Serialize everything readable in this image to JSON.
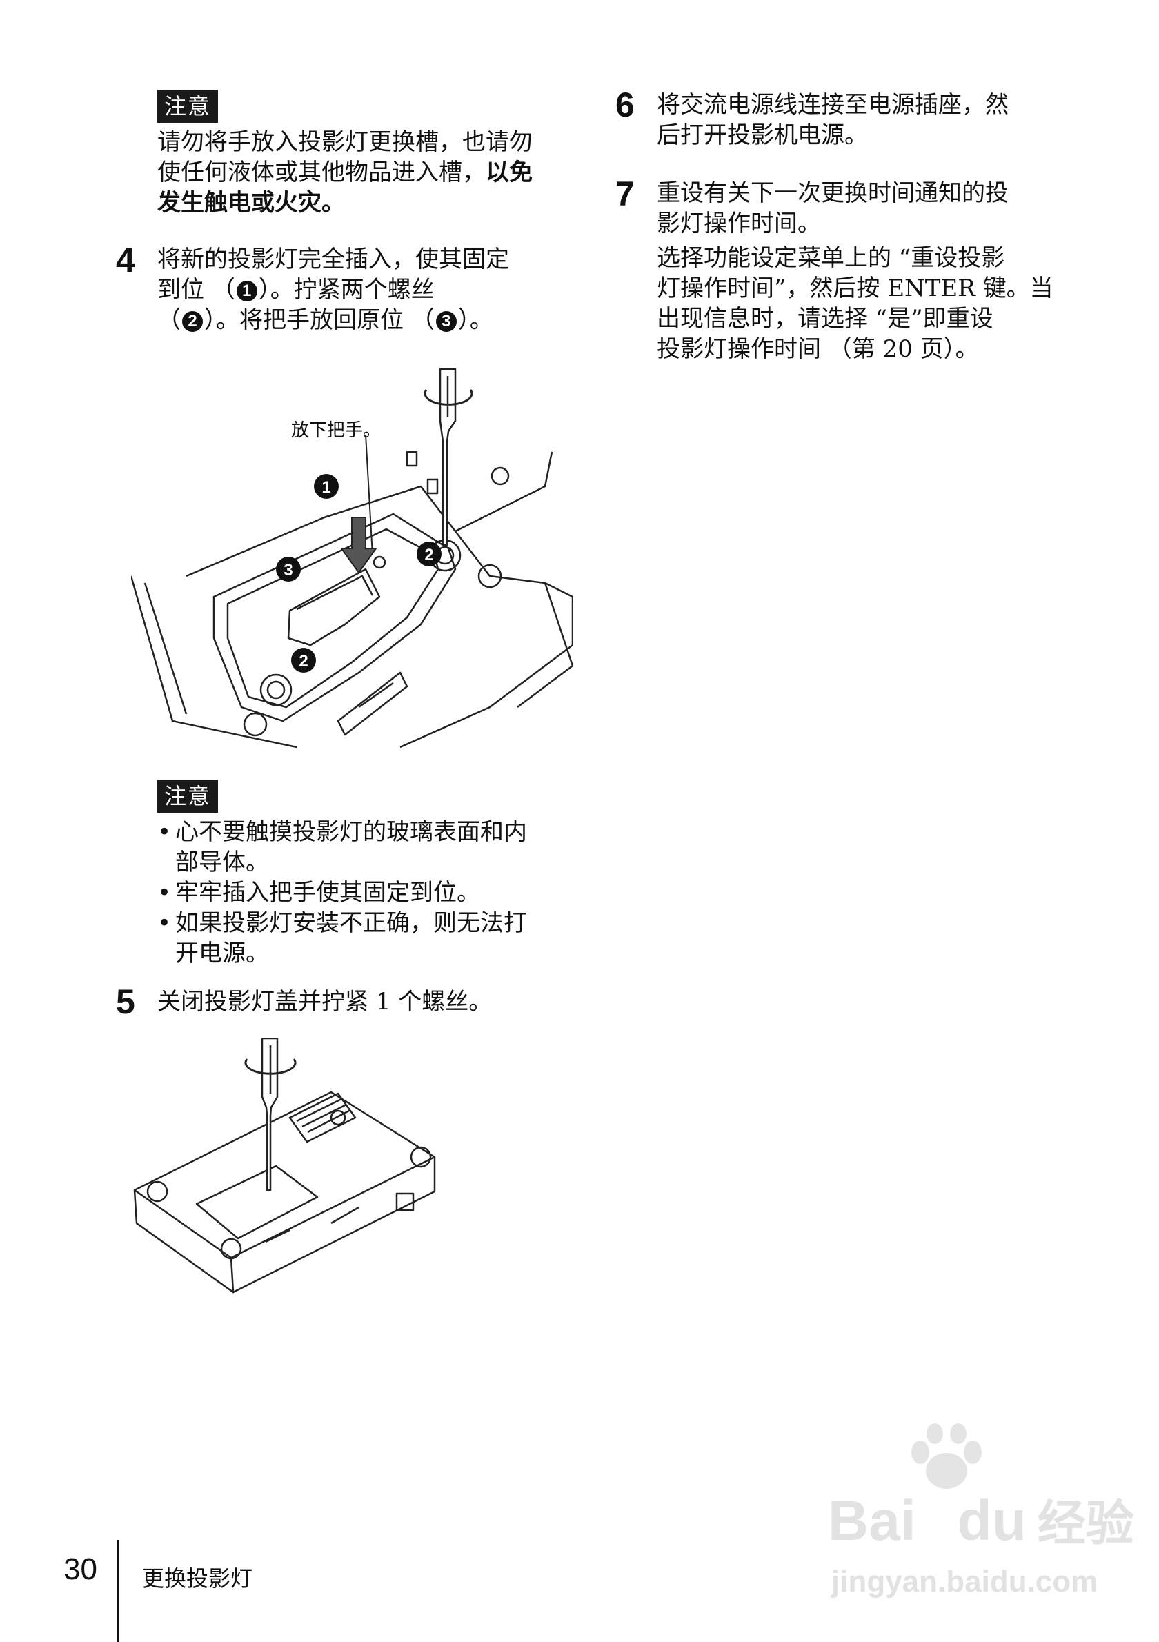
{
  "note1": {
    "badge": "注意",
    "line1": "请勿将手放入投影灯更换槽，也请勿",
    "line2": "使任何液体或其他物品进入槽，",
    "line2_bold": "以免",
    "line3_bold": "发生触电或火灾。"
  },
  "step4": {
    "number": "4",
    "line1": "将新的投影灯完全插入，使其固定",
    "line2a": "到位 （",
    "line2b": "）。拧紧两个螺丝",
    "line3a": "（",
    "line3b": "）。将把手放回原位 （",
    "line3c": "）。",
    "marker1": "1",
    "marker2": "2",
    "marker3": "3"
  },
  "figure1": {
    "callout": "放下把手。",
    "markers": [
      "1",
      "2",
      "3",
      "2"
    ]
  },
  "note2": {
    "badge": "注意",
    "items": [
      {
        "line1": "心不要触摸投影灯的玻璃表面和内",
        "line2": "部导体。"
      },
      {
        "line1": "牢牢插入把手使其固定到位。",
        "line2": ""
      },
      {
        "line1": "如果投影灯安装不正确，则无法打",
        "line2": "开电源。"
      }
    ]
  },
  "step5": {
    "number": "5",
    "text": "关闭投影灯盖并拧紧 1 个螺丝。"
  },
  "step6": {
    "number": "6",
    "line1": "将交流电源线连接至电源插座，然",
    "line2": "后打开投影机电源。"
  },
  "step7": {
    "number": "7",
    "line1": "重设有关下一次更换时间通知的投",
    "line2": "影灯操作时间。",
    "line3": "选择功能设定菜单上的 “重设投影",
    "line4": "灯操作时间”，然后按 ENTER 键。当",
    "line5": "出现信息时，请选择 “是”即重设",
    "line6": "投影灯操作时间 （第 20 页）。"
  },
  "footer": {
    "page_number": "30",
    "section_title": "更换投影灯"
  },
  "watermark": {
    "brand": "Bai",
    "brand2": "du",
    "product": "经验",
    "url": "jingyan.baidu.com"
  }
}
